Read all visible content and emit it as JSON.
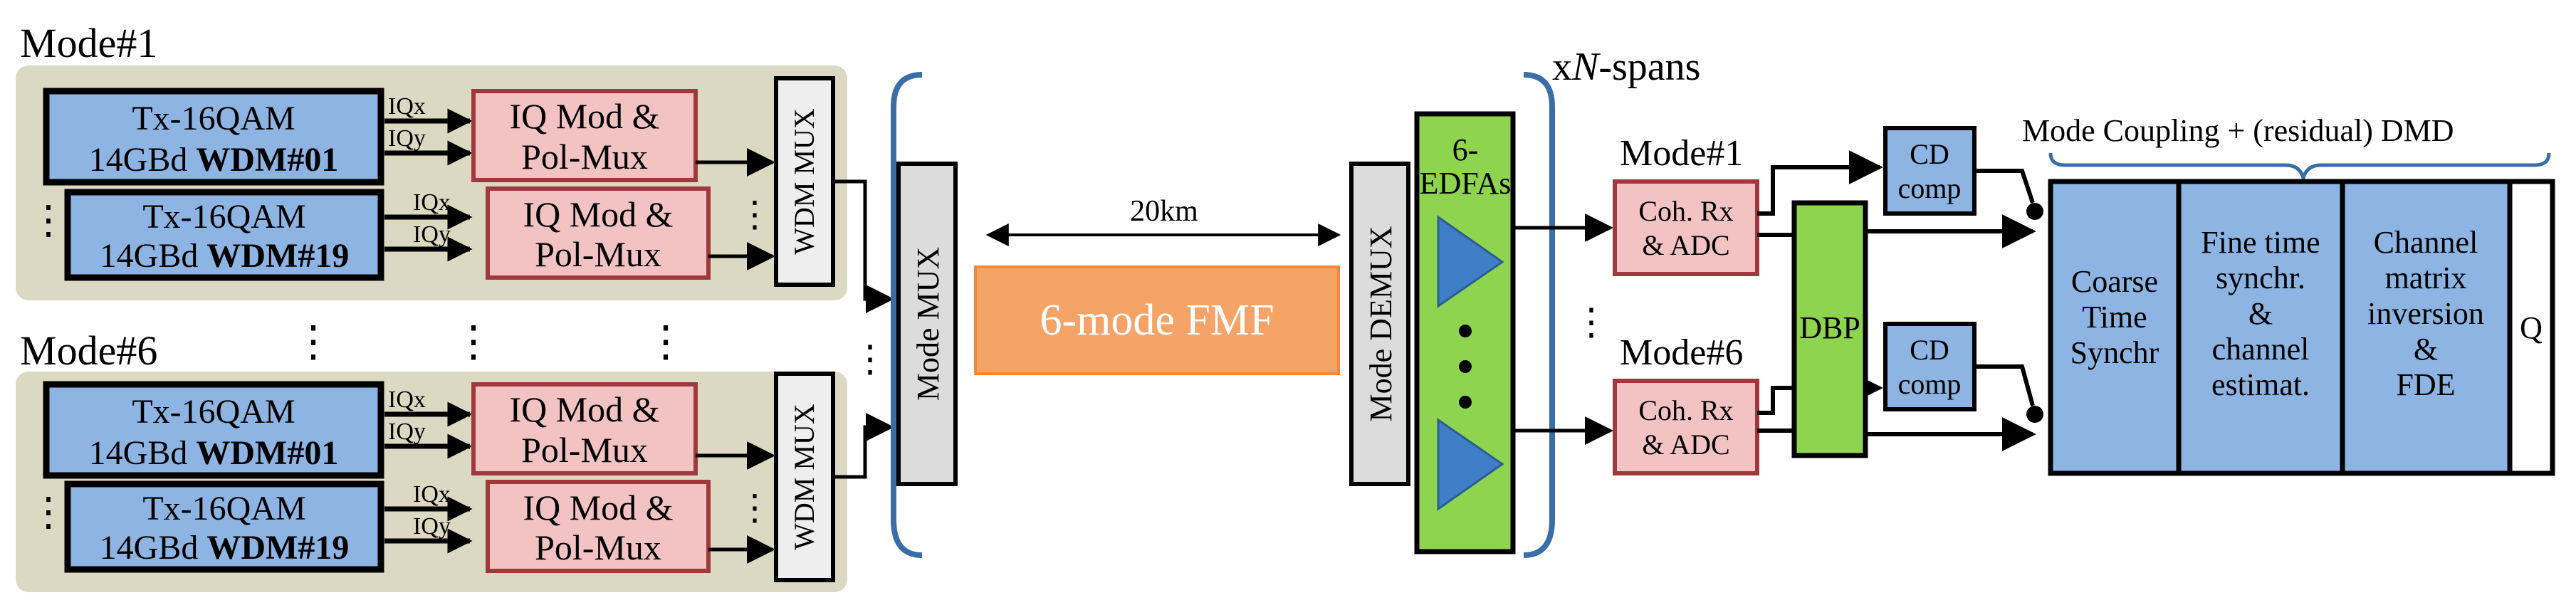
{
  "transmitter": {
    "groups": [
      {
        "mode_label": "Mode#1",
        "tx": [
          {
            "line1": "Tx-16QAM",
            "line2_prefix": "14GBd ",
            "line2_bold": "WDM#01"
          },
          {
            "line1": "Tx-16QAM",
            "line2_prefix": "14GBd ",
            "line2_bold": "WDM#19"
          }
        ],
        "modulator": {
          "line1": "IQ Mod &",
          "line2": "Pol-Mux"
        },
        "iq_x": "IQx",
        "iq_y": "IQy",
        "wdm_mux": "WDM MUX"
      },
      {
        "mode_label": "Mode#6",
        "tx": [
          {
            "line1": "Tx-16QAM",
            "line2_prefix": "14GBd ",
            "line2_bold": "WDM#01"
          },
          {
            "line1": "Tx-16QAM",
            "line2_prefix": "14GBd ",
            "line2_bold": "WDM#19"
          }
        ],
        "modulator": {
          "line1": "IQ Mod &",
          "line2": "Pol-Mux"
        },
        "iq_x": "IQx",
        "iq_y": "IQy",
        "wdm_mux": "WDM MUX"
      }
    ]
  },
  "link": {
    "mode_mux": "Mode MUX",
    "fiber_length": "20km",
    "fiber_label": "6-mode FMF",
    "mode_demux": "Mode DEMUX",
    "amplifier": {
      "line1": "6-",
      "line2": "EDFAs"
    },
    "spans_prefix": "x",
    "spans_italic": "N",
    "spans_suffix": "-spans"
  },
  "receiver": {
    "branches": [
      {
        "mode_label": "Mode#1",
        "rx": {
          "line1": "Coh. Rx",
          "line2": "& ADC"
        },
        "cd": {
          "line1": "CD",
          "line2": "comp"
        }
      },
      {
        "mode_label": "Mode#6",
        "rx": {
          "line1": "Coh. Rx",
          "line2": "& ADC"
        },
        "cd": {
          "line1": "CD",
          "line2": "comp"
        }
      }
    ],
    "dbp": "DBP",
    "dsp_brace_label": "Mode Coupling + (residual)  DMD",
    "dsp_blocks": [
      {
        "lines": [
          "Coarse",
          "Time",
          "Synchr"
        ]
      },
      {
        "lines": [
          "Fine time",
          "synchr.",
          "&",
          "channel",
          "estimat."
        ]
      },
      {
        "lines": [
          "Channel",
          "matrix",
          "inversion",
          "&",
          "FDE"
        ]
      },
      {
        "lines": [
          "Q"
        ]
      }
    ]
  },
  "colors": {
    "tx_fill": "#8db4e2",
    "mod_fill": "#f3c3c3",
    "mod_stroke": "#a0393c",
    "panel_fill": "#dcd9c3",
    "fiber_fill": "#f5a366",
    "amp_fill": "#8ed44f",
    "triangle_fill": "#3e7fc7",
    "brace_color": "#3a6ea8",
    "gray_box": "#dcdcdc"
  }
}
